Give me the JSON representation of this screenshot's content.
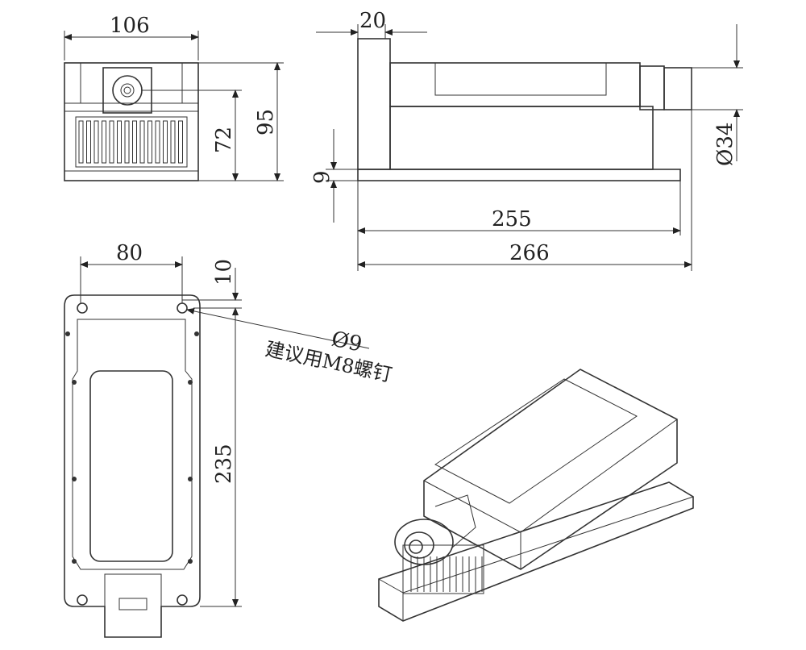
{
  "title": "Laser module dimension drawing",
  "front_view": {
    "width": "106",
    "height": "95",
    "axis_height": "72"
  },
  "side_view": {
    "flange": "20",
    "aperture_diameter": "Ø34",
    "base_thickness": "9",
    "body_length": "255",
    "total_length": "266"
  },
  "top_view": {
    "hole_spacing": "80",
    "hole_offset": "10",
    "hole_diameter": "Ø9",
    "screw_note": "建议用M8螺钉",
    "length": "235"
  }
}
